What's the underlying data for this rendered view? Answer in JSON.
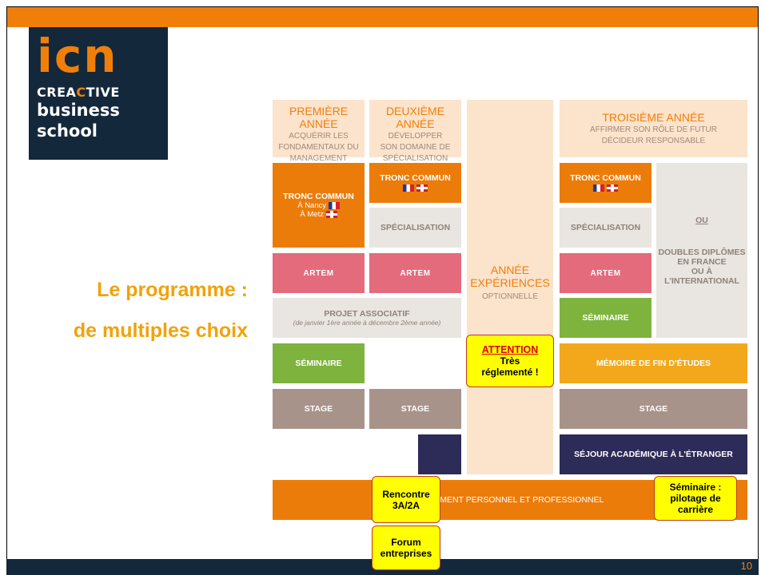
{
  "slide": {
    "page_number": "10"
  },
  "logo": {
    "line1": "icn",
    "line2_a": "CREA",
    "line2_b": "C",
    "line2_c": "TIVE",
    "line3": "business",
    "line4": "school"
  },
  "headline": {
    "line1": "Le programme :",
    "line2": "de multiples choix"
  },
  "headers": {
    "year1": {
      "title": "PREMIÈRE ANNÉE",
      "sub1": "ACQUÉRIR LES",
      "sub2": "FONDAMENTAUX DU",
      "sub3": "MANAGEMENT"
    },
    "year2": {
      "title": "DEUXIÈME ANNÉE",
      "sub1": "DÉVELOPPER",
      "sub2": "SON DOMAINE DE",
      "sub3": "SPÉCIALISATION"
    },
    "year3": {
      "title": "TROISIÈME ANNÉE",
      "sub1": "AFFIRMER SON RÔLE DE FUTUR",
      "sub2": "DÉCIDEUR RESPONSABLE"
    }
  },
  "gap_year": {
    "title1": "ANNÉE",
    "title2": "EXPÉRIENCES",
    "sub": "OPTIONNELLE"
  },
  "cells": {
    "tronc_y1": "TRONC COMMUN",
    "tronc_y1_nancy": "À Nancy",
    "tronc_y1_metz": "À Metz",
    "tronc_y2": "TRONC COMMUN",
    "tronc_y3": "TRONC COMMUN",
    "spec_y2": "SPÉCIALISATION",
    "spec_y3": "SPÉCIALISATION",
    "ou": "OU",
    "doubles1": "DOUBLES DIPLÔMES",
    "doubles2": "EN FRANCE",
    "doubles3": "OU À L'INTERNATIONAL",
    "artem": "ARTEM",
    "projet": "PROJET ASSOCIATIF",
    "projet_sub": "(de janvier 1ère année à décembre 2ème année)",
    "seminaire": "SÉMINAIRE",
    "memoire": "MÉMOIRE DE FIN D'ÉTUDES",
    "stage": "STAGE",
    "sejour": "SÉJOUR ACADÉMIQUE À L'ÉTRANGER",
    "accomp": "AGNEMENT PERSONNEL ET PROFESSIONNEL"
  },
  "callouts": {
    "attention": "ATTENTION",
    "attention_body1": "Très",
    "attention_body2": "réglementé !",
    "rencontre1": "Rencontre",
    "rencontre2": "3A/2A",
    "seminaire1": "Séminaire :",
    "seminaire2": "pilotage de",
    "seminaire3": "carrière",
    "forum1": "Forum",
    "forum2": "entreprises"
  },
  "colors": {
    "orange": "#ec7c0a",
    "navy": "#13283b",
    "pink": "#e46b7c",
    "green": "#7eb33e",
    "taupe": "#a8938b",
    "peach": "#fbe3cc",
    "headline": "#f1a20b"
  }
}
